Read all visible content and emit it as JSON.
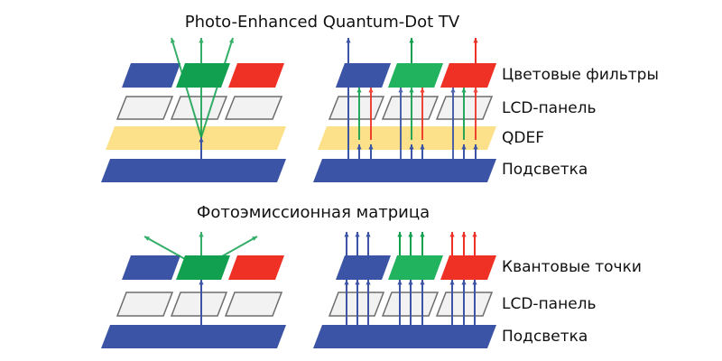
{
  "top": {
    "title": "Photo-Enhanced Quantum-Dot TV",
    "labels": [
      "Цветовые фильтры",
      "LCD-панель",
      "QDEF",
      "Подсветка"
    ]
  },
  "bottom": {
    "title": "Фотоэмиссионная матрица",
    "labels": [
      "Квантовые точки",
      "LCD-панель",
      "Подсветка"
    ]
  },
  "colors": {
    "blue": "#3b54a5",
    "green": "#11a04f",
    "red": "#ee3124",
    "yellow": "#fde18a",
    "panel": "#f2f2f2",
    "panel_border": "#6d6d6d"
  }
}
